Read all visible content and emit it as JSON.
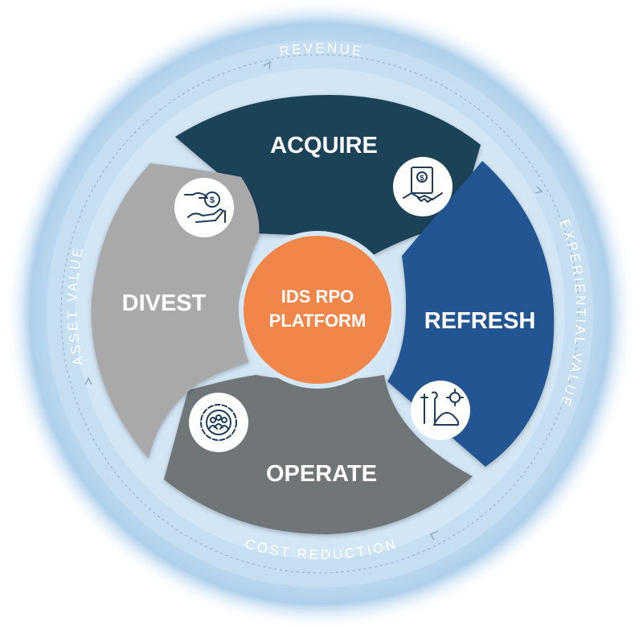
{
  "center": {
    "line1": "IDS RPO",
    "line2": "PLATFORM"
  },
  "segments": [
    {
      "id": "acquire",
      "label": "ACQUIRE",
      "color": "#1c4359",
      "icon": "handshake-contract-icon"
    },
    {
      "id": "refresh",
      "label": "REFRESH",
      "color": "#215591",
      "icon": "tools-hardhat-gear-icon"
    },
    {
      "id": "operate",
      "label": "OPERATE",
      "color": "#707577",
      "icon": "team-gear-icon"
    },
    {
      "id": "divest",
      "label": "DIVEST",
      "color": "#a9a9a9",
      "icon": "money-hands-icon"
    }
  ],
  "outer_ring": {
    "top": "REVENUE",
    "right": "EXPERIENTIAL VALUE",
    "bottom": "COST REDUCTION",
    "left": "ASSET VALUE"
  },
  "colors": {
    "core": "#f0864a",
    "ring": "#bcd9ee",
    "ring_glow": "#9fc7e6"
  }
}
